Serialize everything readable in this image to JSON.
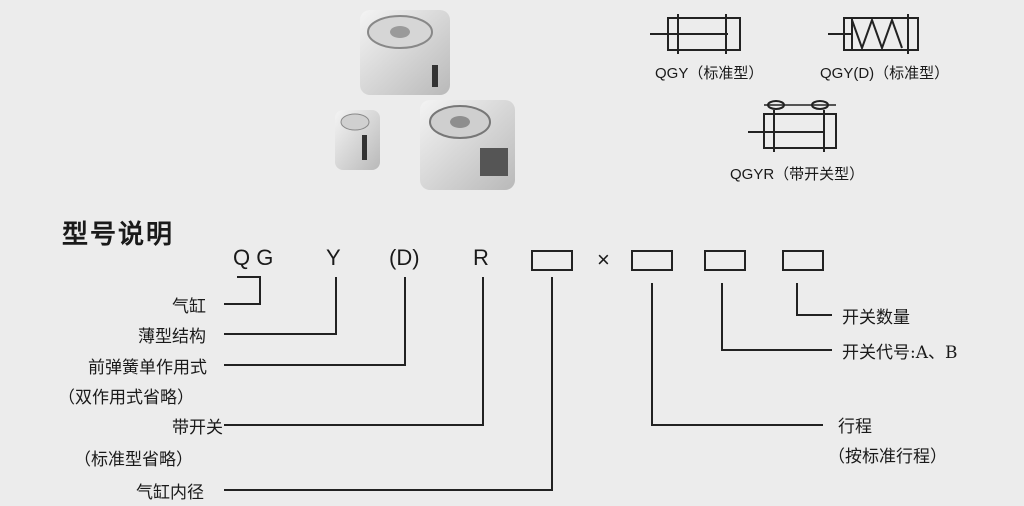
{
  "symbols": {
    "qgy": "QGY（标准型）",
    "qgyd": "QGY(D)（标准型）",
    "qgyr": "QGYR（带开关型）"
  },
  "section_title": "型号说明",
  "code_parts": {
    "qg": "Q G",
    "y": "Y",
    "d": "(D)",
    "r": "R",
    "times": "×"
  },
  "left_labels": {
    "cylinder": "气缸",
    "thin_structure": "薄型结构",
    "spring_single": "前弹簧单作用式",
    "double_omit": "（双作用式省略）",
    "with_switch": "带开关",
    "standard_omit": "（标准型省略）",
    "bore": "气缸内径"
  },
  "right_labels": {
    "switch_count": "开关数量",
    "switch_code": "开关代号:A、B",
    "stroke": "行程",
    "stroke_note": "（按标准行程）"
  }
}
